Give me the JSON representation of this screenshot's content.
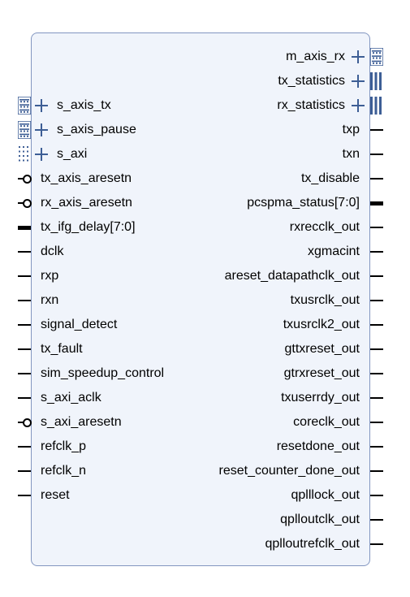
{
  "block": {
    "left_ports": [
      {
        "name": "s_axis_tx",
        "kind": "interface",
        "icon": "axis-stream-icon"
      },
      {
        "name": "s_axis_pause",
        "kind": "interface",
        "icon": "axis-stream-icon"
      },
      {
        "name": "s_axi",
        "kind": "interface",
        "icon": "axi-memory-icon"
      },
      {
        "name": "tx_axis_aresetn",
        "kind": "reset_active_low"
      },
      {
        "name": "rx_axis_aresetn",
        "kind": "reset_active_low"
      },
      {
        "name": "tx_ifg_delay[7:0]",
        "kind": "bus"
      },
      {
        "name": "dclk",
        "kind": "wire"
      },
      {
        "name": "rxp",
        "kind": "wire"
      },
      {
        "name": "rxn",
        "kind": "wire"
      },
      {
        "name": "signal_detect",
        "kind": "wire"
      },
      {
        "name": "tx_fault",
        "kind": "wire"
      },
      {
        "name": "sim_speedup_control",
        "kind": "wire"
      },
      {
        "name": "s_axi_aclk",
        "kind": "wire"
      },
      {
        "name": "s_axi_aresetn",
        "kind": "reset_active_low"
      },
      {
        "name": "refclk_p",
        "kind": "wire"
      },
      {
        "name": "refclk_n",
        "kind": "wire"
      },
      {
        "name": "reset",
        "kind": "wire"
      }
    ],
    "right_ports": [
      {
        "name": "m_axis_rx",
        "kind": "interface",
        "icon": "axis-stream-icon"
      },
      {
        "name": "tx_statistics",
        "kind": "interface",
        "icon": "statistics-bus-icon"
      },
      {
        "name": "rx_statistics",
        "kind": "interface",
        "icon": "statistics-bus-icon"
      },
      {
        "name": "txp",
        "kind": "wire"
      },
      {
        "name": "txn",
        "kind": "wire"
      },
      {
        "name": "tx_disable",
        "kind": "wire"
      },
      {
        "name": "pcspma_status[7:0]",
        "kind": "bus"
      },
      {
        "name": "rxrecclk_out",
        "kind": "wire"
      },
      {
        "name": "xgmacint",
        "kind": "wire"
      },
      {
        "name": "areset_datapathclk_out",
        "kind": "wire"
      },
      {
        "name": "txusrclk_out",
        "kind": "wire"
      },
      {
        "name": "txusrclk2_out",
        "kind": "wire"
      },
      {
        "name": "gttxreset_out",
        "kind": "wire"
      },
      {
        "name": "gtrxreset_out",
        "kind": "wire"
      },
      {
        "name": "txuserrdy_out",
        "kind": "wire"
      },
      {
        "name": "coreclk_out",
        "kind": "wire"
      },
      {
        "name": "resetdone_out",
        "kind": "wire"
      },
      {
        "name": "reset_counter_done_out",
        "kind": "wire"
      },
      {
        "name": "qplllock_out",
        "kind": "wire"
      },
      {
        "name": "qplloutclk_out",
        "kind": "wire"
      },
      {
        "name": "qplloutrefclk_out",
        "kind": "wire"
      }
    ]
  },
  "colors": {
    "block_fill": "#f0f4fb",
    "block_border": "#8296c0",
    "interface": "#3d5e95",
    "pin": "#000000"
  }
}
